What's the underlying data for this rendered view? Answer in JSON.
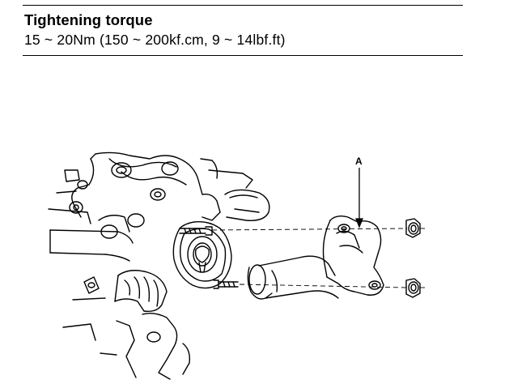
{
  "header": {
    "title": "Tightening torque",
    "spec": "15 ~ 20Nm (150 ~ 200kf.cm, 9 ~ 14lbf.ft)"
  },
  "figure": {
    "callout_label": "A"
  }
}
